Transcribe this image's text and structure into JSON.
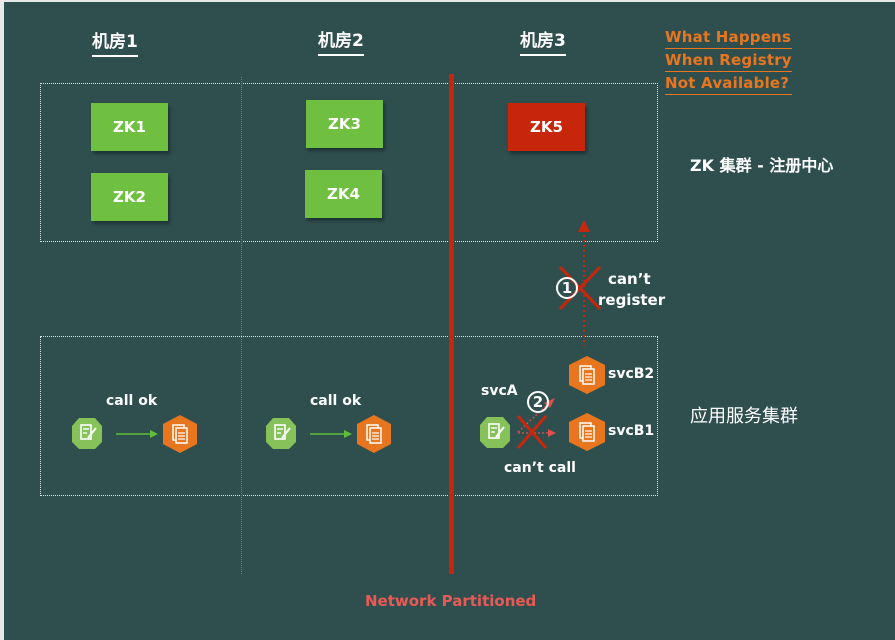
{
  "rooms": [
    {
      "title": "机房1"
    },
    {
      "title": "机房2"
    },
    {
      "title": "机房3"
    }
  ],
  "question": {
    "lines": [
      "What Happens",
      "When Registry",
      "Not Available?"
    ],
    "color": "#e8761f"
  },
  "zk_cluster": {
    "label": "ZK 集群 - 注册中心",
    "nodes": [
      {
        "name": "ZK1",
        "status": "ok",
        "color": "#6fbf40"
      },
      {
        "name": "ZK2",
        "status": "ok",
        "color": "#6fbf40"
      },
      {
        "name": "ZK3",
        "status": "ok",
        "color": "#6fbf40"
      },
      {
        "name": "ZK4",
        "status": "ok",
        "color": "#6fbf40"
      },
      {
        "name": "ZK5",
        "status": "isolated",
        "color": "#c8260a"
      }
    ]
  },
  "app_cluster": {
    "label": "应用服务集群",
    "room1": {
      "call_label": "call ok"
    },
    "room2": {
      "call_label": "call ok"
    },
    "room3": {
      "consumer": "svcA",
      "providers": [
        "svcB2",
        "svcB1"
      ],
      "failure_1": {
        "number": "1",
        "text_line1": "can’t",
        "text_line2": "register"
      },
      "failure_2": {
        "number": "2",
        "text": "can’t call"
      }
    }
  },
  "partition": {
    "label": "Network Partitioned",
    "line_color": "#c8260a",
    "label_color": "#e85a55"
  },
  "colors": {
    "background": "#2f4f4f",
    "consumer_icon": "#86c15a",
    "provider_icon": "#e8761f",
    "arrow_ok": "#5fbf3a",
    "arrow_fail": "#e0504a"
  }
}
